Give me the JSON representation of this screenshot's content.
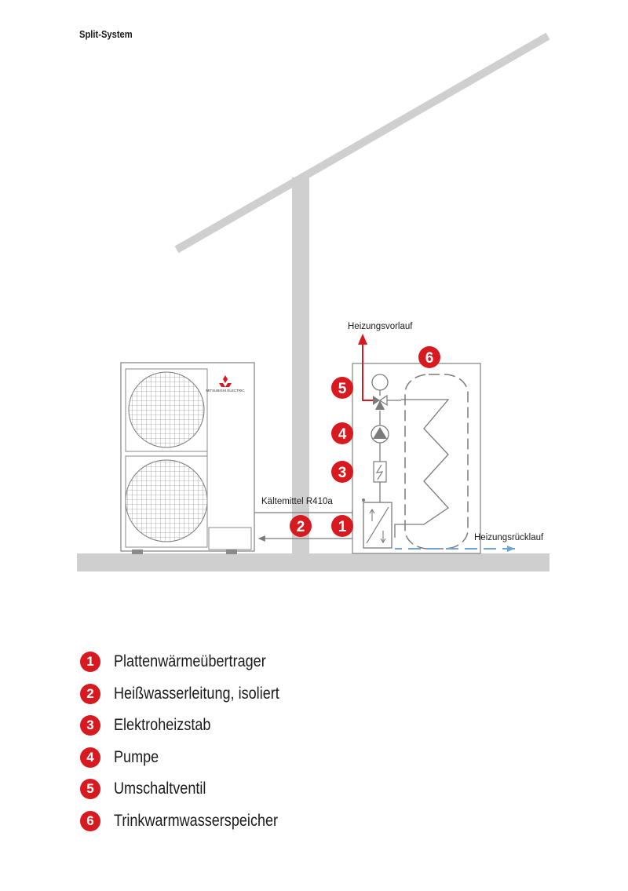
{
  "title": "Split-System",
  "diagram": {
    "labels": {
      "supply": "Heizungsvorlauf",
      "return": "Heizungsrücklauf",
      "refrigerant": "Kältemittel R410a",
      "brand_logo": "MITSUBISHI ELECTRIC"
    },
    "markers": [
      "1",
      "2",
      "3",
      "4",
      "5",
      "6"
    ]
  },
  "legend": [
    {
      "num": "1",
      "label": "Plattenwärmeübertrager"
    },
    {
      "num": "2",
      "label": "Heißwasserleitung, isoliert"
    },
    {
      "num": "3",
      "label": "Elektroheizstab"
    },
    {
      "num": "4",
      "label": "Pumpe"
    },
    {
      "num": "5",
      "label": "Umschaltventil"
    },
    {
      "num": "6",
      "label": "Trinkwarmwasserspeicher"
    }
  ],
  "colors": {
    "accent_red": "#d71920",
    "structure_gray": "#cfcfcf",
    "line_gray": "#8a8a8a",
    "return_blue": "#6fa3d6"
  }
}
